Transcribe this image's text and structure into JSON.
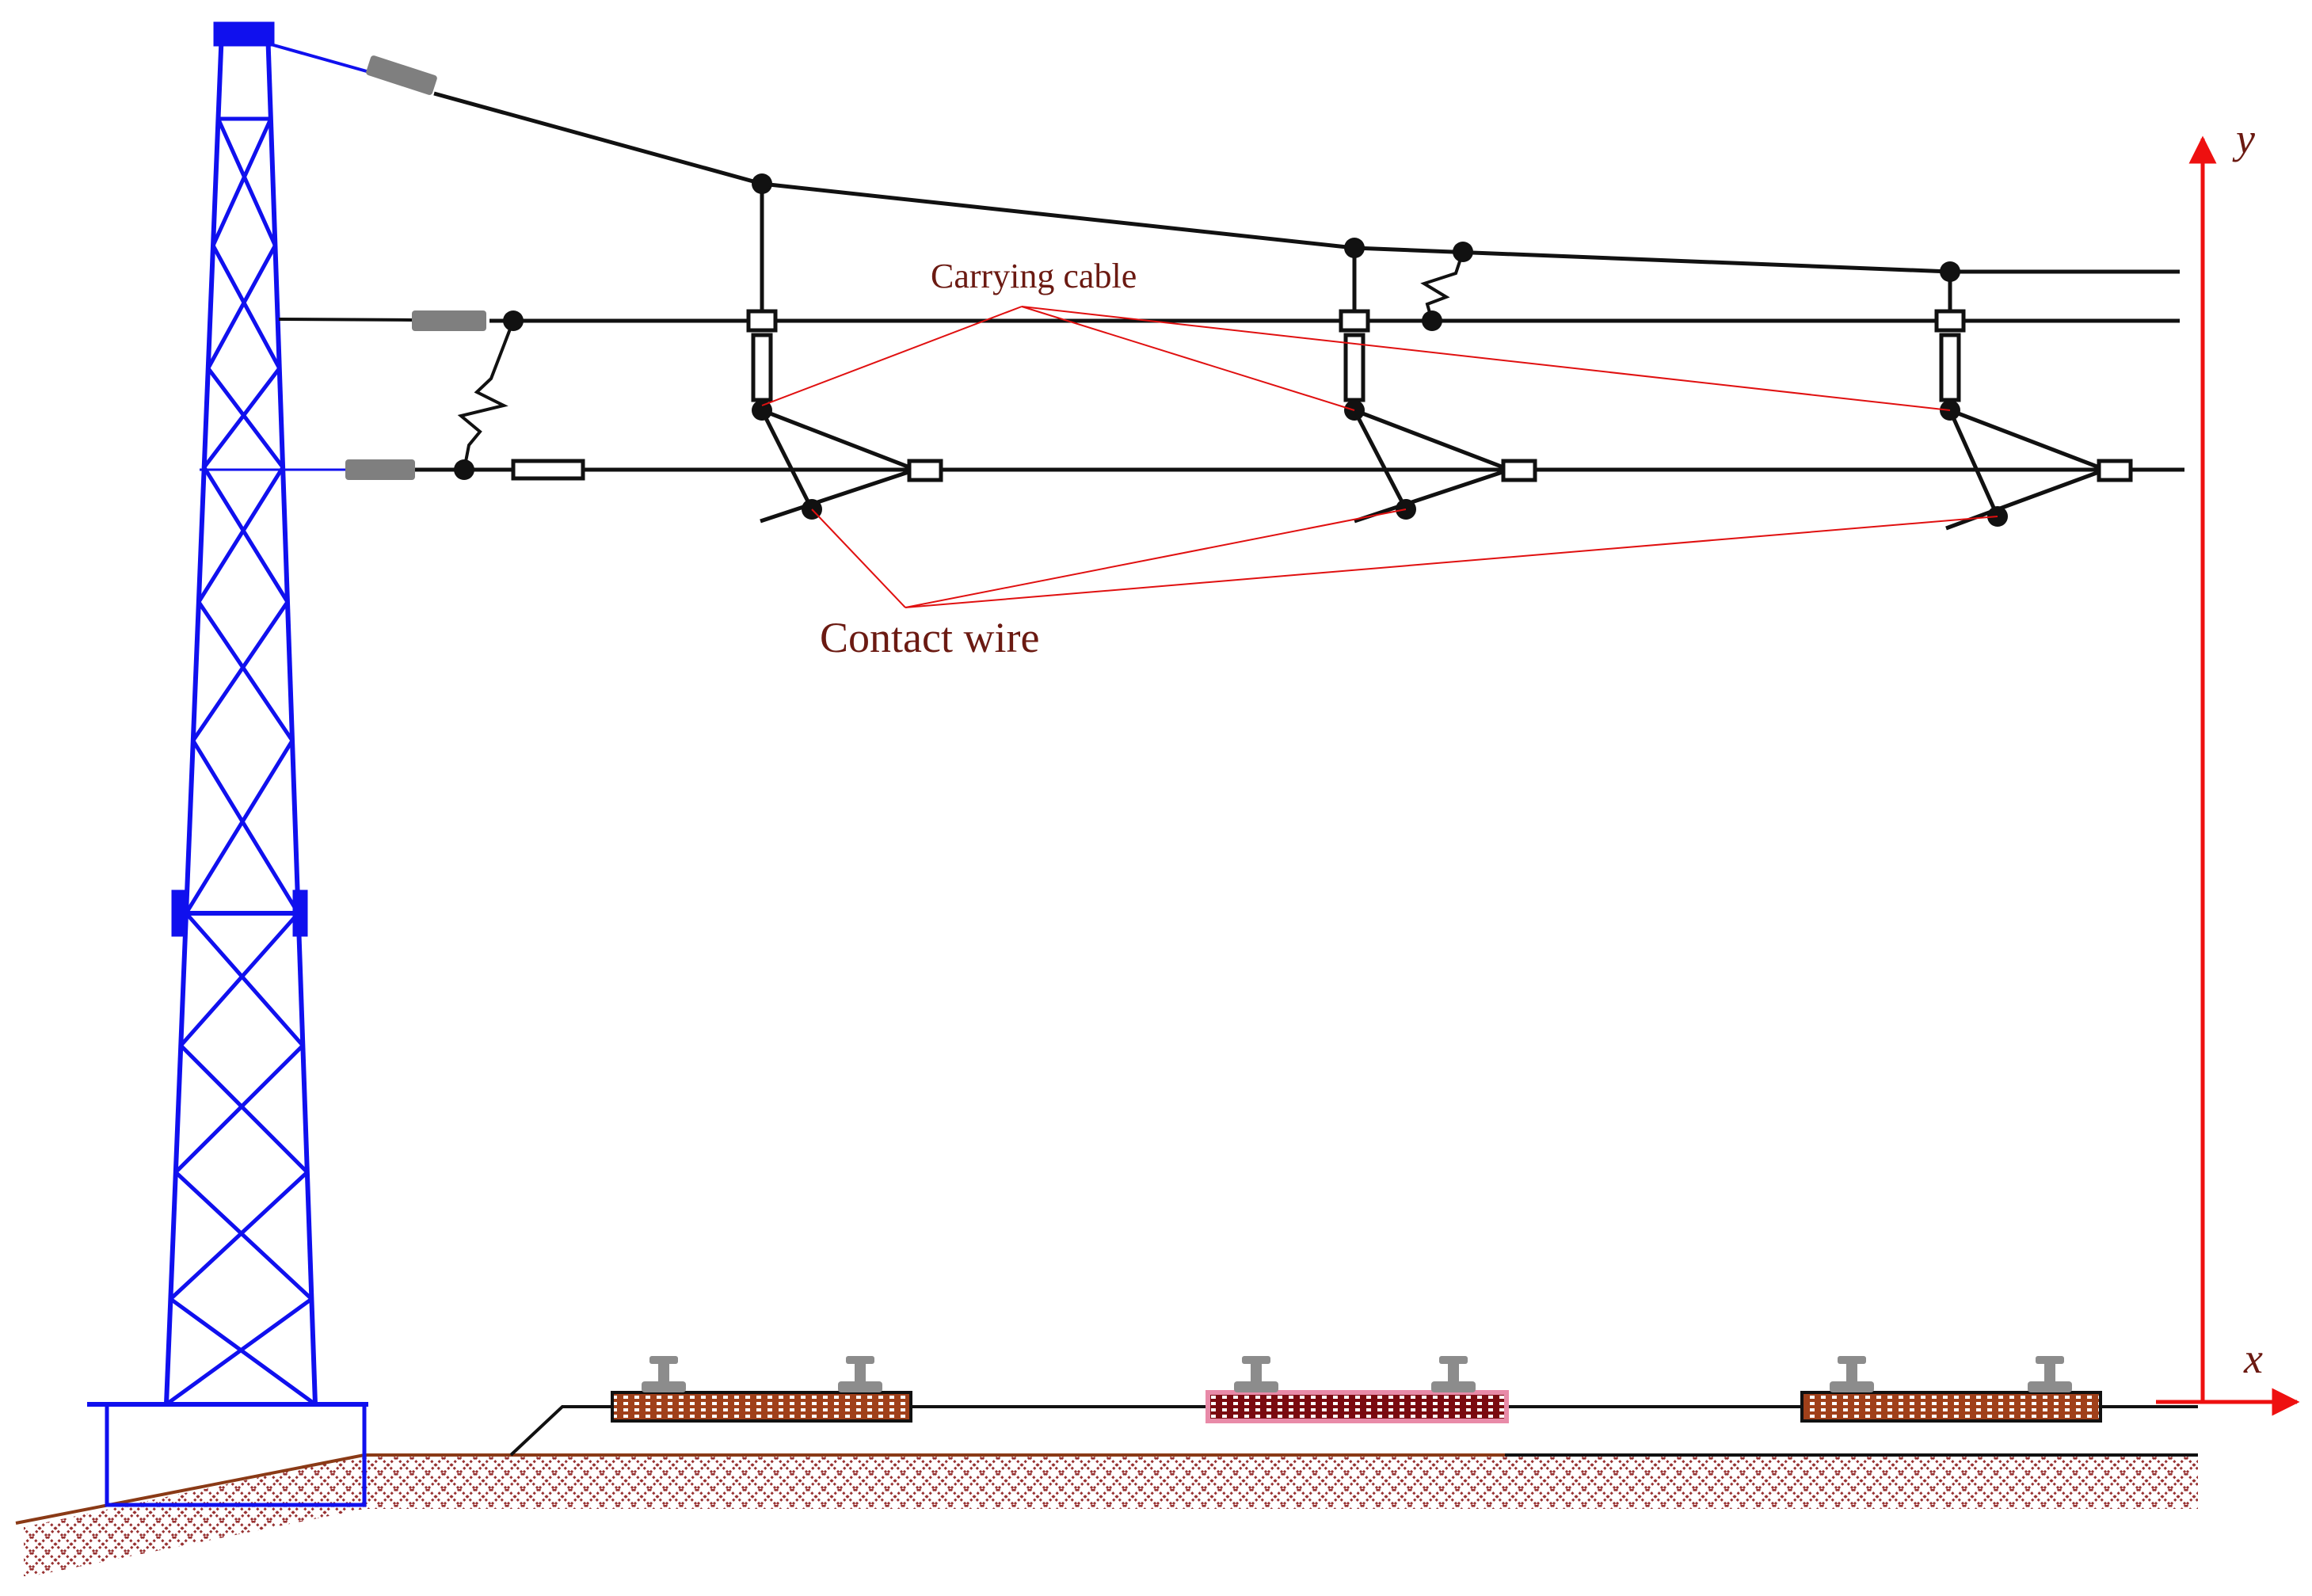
{
  "labels": {
    "carrying_cable": "Carrying cable",
    "contact_wire": "Contact wire"
  },
  "axes": {
    "x": "x",
    "y": "y"
  },
  "colors": {
    "mast": "#1010ee",
    "wire": "#111111",
    "leader": "#e01010",
    "axis": "#ee1010",
    "label": "#6b1a12",
    "insulator": "#7f7f7f",
    "ground_line": "#8a3a16",
    "ground_hatch": "#8b1a1a",
    "sleeper_fill": "#a0401a",
    "sleeper_highlight": "#e88aa8",
    "rail": "#8c8c8c"
  },
  "icons": {
    "mast": "lattice-mast-icon",
    "insulator": "insulator-icon",
    "spring": "spring-icon",
    "clamp": "clamp-icon",
    "rail": "rail-icon",
    "sleeper": "sleeper-icon"
  }
}
